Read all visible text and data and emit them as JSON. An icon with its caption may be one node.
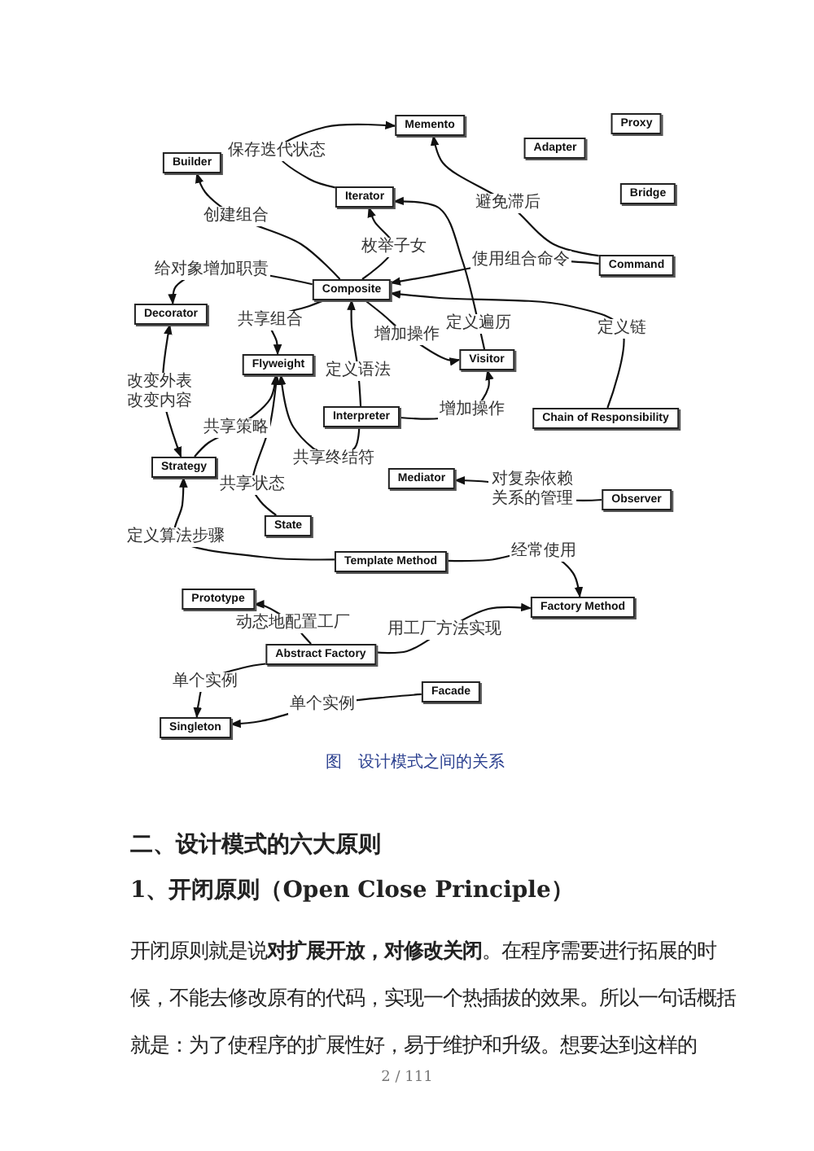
{
  "diagram": {
    "caption": "图　设计模式之间的关系",
    "nodes": [
      {
        "text": [
          "Memento"
        ]
      },
      {
        "text": [
          "Proxy"
        ]
      },
      {
        "text": [
          "Builder"
        ]
      },
      {
        "text": [
          "Adapter"
        ]
      },
      {
        "text": [
          "Iterator"
        ]
      },
      {
        "text": [
          "Bridge"
        ]
      },
      {
        "text": [
          "Composite"
        ]
      },
      {
        "text": [
          "Command"
        ]
      },
      {
        "text": [
          "Decorator"
        ]
      },
      {
        "text": [
          "Flyweight"
        ]
      },
      {
        "text": [
          "Visitor"
        ]
      },
      {
        "text": [
          "Interpreter"
        ]
      },
      {
        "text": [
          "Chain of Responsibility"
        ]
      },
      {
        "text": [
          "Strategy"
        ]
      },
      {
        "text": [
          "Mediator"
        ]
      },
      {
        "text": [
          "Observer"
        ]
      },
      {
        "text": [
          "State"
        ]
      },
      {
        "text": [
          "Template Method"
        ]
      },
      {
        "text": [
          "Prototype"
        ]
      },
      {
        "text": [
          "Factory Method"
        ]
      },
      {
        "text": [
          "Abstract Factory"
        ]
      },
      {
        "text": [
          "Facade"
        ]
      },
      {
        "text": [
          "Singleton"
        ]
      }
    ],
    "edges": [
      {
        "from": 4,
        "to": 0,
        "arrow": "to",
        "label": "保存迭代状态"
      },
      {
        "from": 6,
        "to": 2,
        "arrow": "to",
        "label": "创建组合"
      },
      {
        "from": 6,
        "to": 4,
        "arrow": "to",
        "label": "枚举子女"
      },
      {
        "from": 7,
        "to": 0,
        "arrow": "to",
        "label": "避免滞后"
      },
      {
        "from": 6,
        "to": 8,
        "arrow": "to",
        "label": "给对象增加职责"
      },
      {
        "from": 7,
        "to": 6,
        "arrow": "to",
        "label": "使用组合命令"
      },
      {
        "from": 10,
        "to": 4,
        "arrow": "to",
        "label": "定义遍历"
      },
      {
        "from": 12,
        "to": 6,
        "arrow": "to",
        "label": "定义链"
      },
      {
        "from": 6,
        "to": 9,
        "arrow": "to",
        "label": "共享组合"
      },
      {
        "from": 6,
        "to": 10,
        "arrow": "to",
        "label": "增加操作"
      },
      {
        "from": 11,
        "to": 6,
        "arrow": "to",
        "label": "定义语法"
      },
      {
        "from": 11,
        "to": 10,
        "arrow": "to",
        "label": "增加操作"
      },
      {
        "from": 8,
        "to": 13,
        "arrow": "both",
        "label": "改变外表改变内容"
      },
      {
        "from": 13,
        "to": 9,
        "arrow": "to",
        "label": "共享策略"
      },
      {
        "from": 11,
        "to": 9,
        "arrow": "to",
        "label": "共享终结符"
      },
      {
        "from": 16,
        "to": 9,
        "arrow": "to",
        "label": "共享状态"
      },
      {
        "from": 15,
        "to": 14,
        "arrow": "to",
        "label": "对复杂依赖关系的管理"
      },
      {
        "from": 17,
        "to": 13,
        "arrow": "to",
        "label": "定义算法步骤"
      },
      {
        "from": 17,
        "to": 19,
        "arrow": "to",
        "label": "经常使用"
      },
      {
        "from": 20,
        "to": 18,
        "arrow": "to",
        "label": "动态地配置工厂"
      },
      {
        "from": 20,
        "to": 19,
        "arrow": "to",
        "label": "用工厂方法实现"
      },
      {
        "from": 20,
        "to": 22,
        "arrow": "to",
        "label": "单个实例"
      },
      {
        "from": 21,
        "to": 22,
        "arrow": "to",
        "label": "单个实例"
      }
    ],
    "labels": [
      "二、设计模式的六大原则",
      "1、开闭原则（Open Close Principle）",
      "开闭原则就是说**对扩展开放，对修改关闭**。在程序需要进行拓展的时候，不能去修改原有的代码，实现一个热插拔的效果。所以一句话概括就是：为了使程序的扩展性好，易于维护和升级。想要达到这样的",
      "2 / 111"
    ]
  }
}
